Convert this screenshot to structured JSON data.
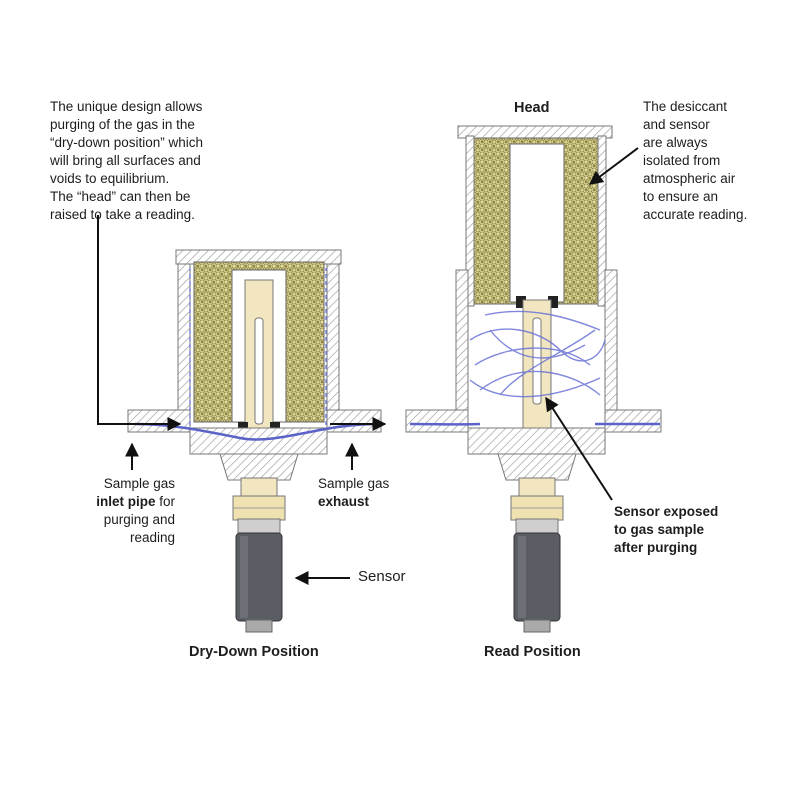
{
  "labels": {
    "intro": [
      "The unique design allows",
      "purging of the gas in the",
      "“dry-down position” which",
      "will bring all surfaces and",
      "voids to equilibrium.",
      "The “head” can then be",
      "raised to take a reading."
    ],
    "head": "Head",
    "desiccant_note": [
      "The desiccant",
      "and sensor",
      "are always",
      "isolated from",
      "atmospheric air",
      "to ensure an",
      "accurate reading."
    ],
    "inlet": {
      "line1": "Sample gas",
      "line2_bold": "inlet pipe",
      "line2_rest": " for",
      "line3": "purging and",
      "line4": "reading"
    },
    "exhaust": {
      "line1": "Sample gas",
      "line2_bold": "exhaust"
    },
    "sensor": "Sensor",
    "sensor_exposed": [
      "Sensor exposed",
      "to gas sample",
      "after purging"
    ],
    "caption_left": "Dry-Down Position",
    "caption_right": "Read Position"
  },
  "colors": {
    "desiccant": "#c9c27a",
    "desiccant_dots": "#8a8440",
    "sensor_body": "#5a5d63",
    "probe": "#f1e6bf",
    "gas_flow": "#5b63c9",
    "housing_hatch": "#b0b0b0"
  }
}
